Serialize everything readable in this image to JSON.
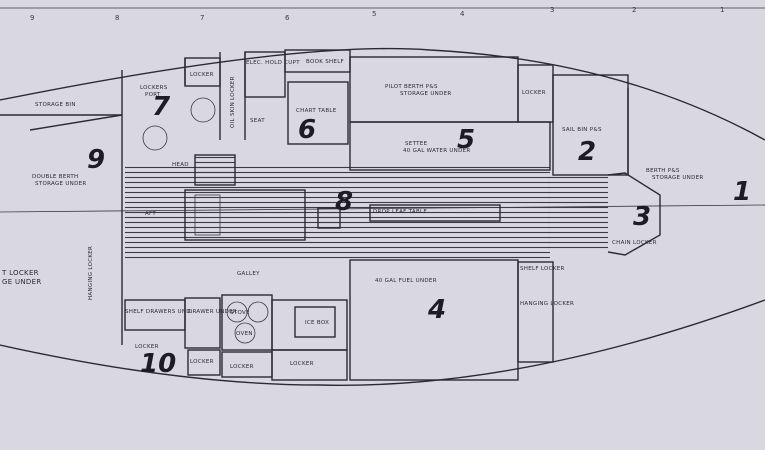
{
  "ruler": [
    "9",
    "8",
    "7",
    "6",
    "5",
    "4",
    "3",
    "2",
    "1"
  ],
  "compartment_numbers": [
    "1",
    "2",
    "3",
    "4",
    "5",
    "6",
    "7",
    "8",
    "9",
    "10"
  ],
  "labels": {
    "storage_bin": "STORAGE BIN",
    "double_berth": "DOUBLE BERTH",
    "storage_under_9": "STORAGE UNDER",
    "locker_top": "LOCKER",
    "lockers_1": "LOCKERS",
    "lockers_2": "PORT",
    "oil_skin_locker": "OIL SKIN LOCKER",
    "elec_cupboard": "ELEC. HOLD CUPT",
    "book_shelf": "BOOK SHELF",
    "seat": "SEAT",
    "chart_table": "CHART TABLE",
    "head": "HEAD",
    "pilot_berth": "PILOT BERTH P&S",
    "storage_under_5": "STORAGE UNDER",
    "settee": "SETTEE",
    "water_tank": "40 GAL WATER UNDER",
    "locker_fwd": "LOCKER",
    "sail_bin": "SAIL BIN P&S",
    "berth_ps": "BERTH P&S",
    "storage_under_1": "STORAGE UNDER",
    "chain_locker": "CHAIN LOCKER",
    "aft": "AFT",
    "galley": "GALLEY",
    "fuel_tank": "40 GAL FUEL UNDER",
    "shelf_drawers": "SHELF DRAWERS UND.",
    "drawer_under": "DRAWER UNDER",
    "stove": "STOVE",
    "oven": "OVEN",
    "ice_box": "ICE BOX",
    "locker_10": "LOCKER",
    "locker_b1": "LOCKER",
    "locker_b2": "LOCKER",
    "locker_b3": "LOCKER",
    "hanging_locker_s": "HANGING LOCKER",
    "shelf_locker": "SHELF LOCKER",
    "hanging_locker_p": "HANGING LOCKER",
    "port_locker": "T LOCKER",
    "port_locker_under": "GE UNDER",
    "drop_leaf_table": "DROP LEAF TABLE"
  },
  "colors": {
    "paper": "#d9d7e0",
    "ink": "#2b2a33"
  }
}
